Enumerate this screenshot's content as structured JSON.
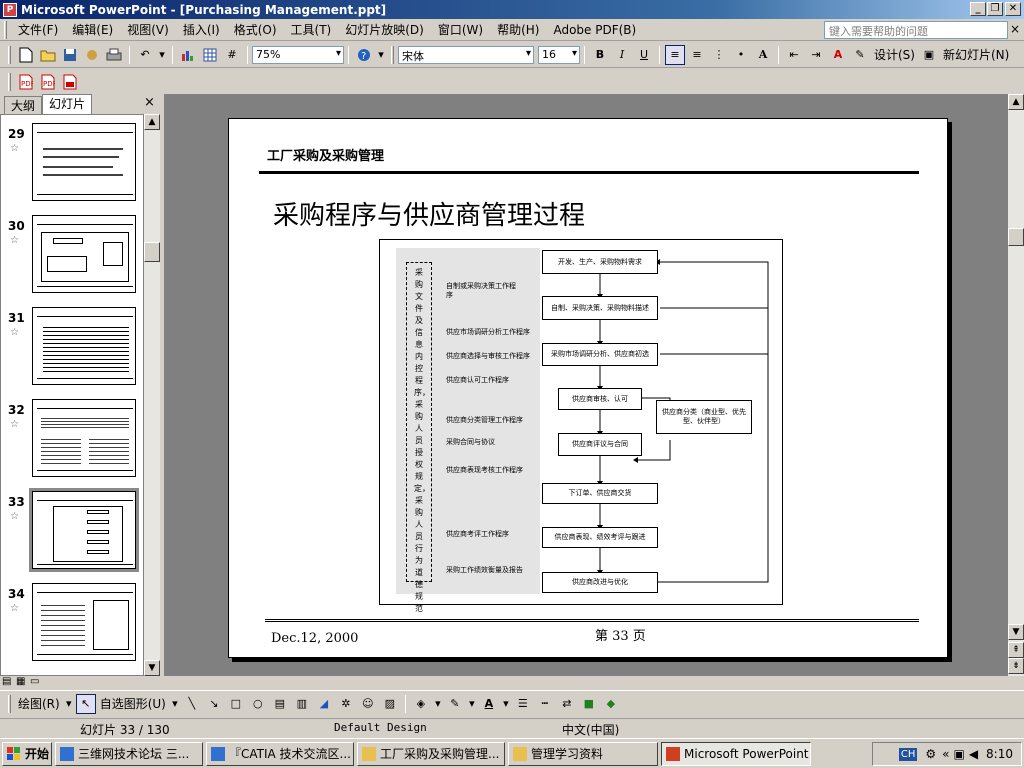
{
  "window": {
    "title": "Microsoft PowerPoint - [Purchasing Management.ppt]",
    "min": "_",
    "max": "❐",
    "close": "✕"
  },
  "menu": {
    "items": [
      "文件(F)",
      "编辑(E)",
      "视图(V)",
      "插入(I)",
      "格式(O)",
      "工具(T)",
      "幻灯片放映(D)",
      "窗口(W)",
      "帮助(H)",
      "Adobe PDF(B)"
    ],
    "help_placeholder": "键入需要帮助的问题",
    "doc_close": "×"
  },
  "toolbar": {
    "zoom": "75%",
    "font": "宋体",
    "size": "16",
    "bold": "B",
    "italic": "I",
    "underline": "U",
    "design": "设计(S)",
    "new_slide": "新幻灯片(N)",
    "font_grow": "A"
  },
  "panel": {
    "tab_outline": "大纲",
    "tab_slides": "幻灯片",
    "close": "×"
  },
  "thumbnails": [
    {
      "num": "29",
      "star": "☆"
    },
    {
      "num": "30",
      "star": "☆"
    },
    {
      "num": "31",
      "star": "☆"
    },
    {
      "num": "32",
      "star": "☆"
    },
    {
      "num": "33",
      "star": "☆"
    },
    {
      "num": "34",
      "star": "☆"
    }
  ],
  "slide": {
    "header": "工厂采购及采购管理",
    "title": "采购程序与供应商管理过程",
    "footer_date": "Dec.12, 2000",
    "footer_page": "第 33 页",
    "flowchart": {
      "vertical_text": "采购文件及信息内控程序，采购人员授权规定，采购人员行为道德规范",
      "left_labels": [
        "自制或采购决策工作程序",
        "供应市场调研分析工作程序",
        "供应商选择与审核工作程序",
        "供应商认可工作程序",
        "供应商分类管理工作程序",
        "采购合同与协议",
        "供应商表现考核工作程序",
        "供应商考评工作程序",
        "采购工作绩效衡量及报告"
      ],
      "boxes": [
        "开发、生产、采购物料需求",
        "自制、采购决策、采购物料描述",
        "采购市场调研分析、供应商初选",
        "供应商审核、认可",
        "供应商分类（商业型、优先型、伙伴型）",
        "供应商评议与合同",
        "下订单、供应商交货",
        "供应商表现、绩效考评与跟进",
        "供应商改进与优化"
      ]
    }
  },
  "drawbar": {
    "draw": "绘图(R)",
    "autoshapes": "自选图形(U)"
  },
  "status": {
    "slide": "幻灯片 33 / 130",
    "design": "Default Design",
    "lang": "中文(中国)"
  },
  "taskbar": {
    "start": "开始",
    "tasks": [
      "三维网技术论坛 三...",
      "『CATIA 技术交流区...",
      "工厂采购及采购管理...",
      "管理学习资料",
      "Microsoft PowerPoint - ..."
    ],
    "ime": "CH",
    "clock": "8:10"
  },
  "colors": {
    "titlebar": "#0a246a",
    "face": "#d4d0c8",
    "canvas": "#808080"
  }
}
